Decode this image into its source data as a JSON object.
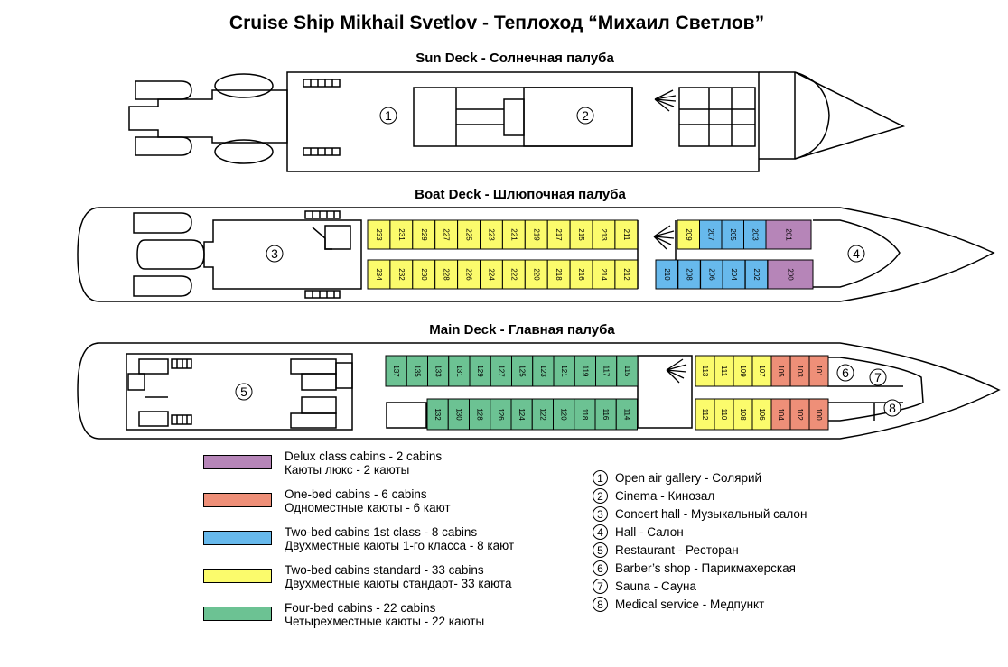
{
  "title": "Cruise Ship Mikhail Svetlov - Теплоход “Михаил Светлов”",
  "decks": {
    "sun": "Sun Deck - Солнечная палуба",
    "boat": "Boat Deck - Шлюпочная палуба",
    "main": "Main Deck - Главная палуба"
  },
  "colors": {
    "deluxe": "#b685b8",
    "one_bed": "#ee8f78",
    "two_bed_first": "#67b9ec",
    "two_bed_std": "#fbfb6c",
    "four_bed": "#6cc293"
  },
  "areas": {
    "sun_1": "1",
    "sun_2": "2",
    "boat_3": "3",
    "boat_4": "4",
    "main_5": "5",
    "main_6": "6",
    "main_7": "7",
    "main_8": "8"
  },
  "cabins": {
    "boat_top": [
      "233",
      "231",
      "229",
      "227",
      "225",
      "223",
      "221",
      "219",
      "217",
      "215",
      "213",
      "211"
    ],
    "boat_bottom": [
      "234",
      "232",
      "230",
      "228",
      "226",
      "224",
      "222",
      "220",
      "218",
      "216",
      "214",
      "212"
    ],
    "boat_right_top": [
      {
        "n": "209",
        "t": "two_bed_std"
      },
      {
        "n": "207",
        "t": "two_bed_first"
      },
      {
        "n": "205",
        "t": "two_bed_first"
      },
      {
        "n": "203",
        "t": "two_bed_first"
      },
      {
        "n": "201",
        "t": "deluxe"
      }
    ],
    "boat_right_bottom": [
      {
        "n": "210",
        "t": "two_bed_first"
      },
      {
        "n": "208",
        "t": "two_bed_first"
      },
      {
        "n": "206",
        "t": "two_bed_first"
      },
      {
        "n": "204",
        "t": "two_bed_first"
      },
      {
        "n": "202",
        "t": "two_bed_first"
      },
      {
        "n": "200",
        "t": "deluxe"
      }
    ],
    "main_top": [
      "137",
      "135",
      "133",
      "131",
      "129",
      "127",
      "125",
      "123",
      "121",
      "119",
      "117",
      "115"
    ],
    "main_bottom": [
      "132",
      "130",
      "128",
      "126",
      "124",
      "122",
      "120",
      "118",
      "116",
      "114"
    ],
    "main_right_top": [
      {
        "n": "113",
        "t": "two_bed_std"
      },
      {
        "n": "111",
        "t": "two_bed_std"
      },
      {
        "n": "109",
        "t": "two_bed_std"
      },
      {
        "n": "107",
        "t": "two_bed_std"
      },
      {
        "n": "105",
        "t": "one_bed"
      },
      {
        "n": "103",
        "t": "one_bed"
      },
      {
        "n": "101",
        "t": "one_bed"
      }
    ],
    "main_right_bottom": [
      {
        "n": "112",
        "t": "two_bed_std"
      },
      {
        "n": "110",
        "t": "two_bed_std"
      },
      {
        "n": "108",
        "t": "two_bed_std"
      },
      {
        "n": "106",
        "t": "two_bed_std"
      },
      {
        "n": "104",
        "t": "one_bed"
      },
      {
        "n": "102",
        "t": "one_bed"
      },
      {
        "n": "100",
        "t": "one_bed"
      }
    ]
  },
  "legend": [
    {
      "color": "deluxe",
      "en": "Delux class cabins - 2 cabins",
      "ru": "Каюты люкс - 2 каюты"
    },
    {
      "color": "one_bed",
      "en": "One-bed cabins - 6 cabins",
      "ru": "Одноместные каюты - 6 кают"
    },
    {
      "color": "two_bed_first",
      "en": "Two-bed cabins 1st class - 8 cabins",
      "ru": "Двухместные каюты 1-го класса - 8 кают"
    },
    {
      "color": "two_bed_std",
      "en": "Two-bed cabins standard - 33 cabins",
      "ru": "Двухместные каюты стандарт- 33 каюта"
    },
    {
      "color": "four_bed",
      "en": "Four-bed cabins - 22 cabins",
      "ru": "Четырехместные каюты - 22 каюты"
    }
  ],
  "key": [
    {
      "n": "1",
      "text": "Open air gallery - Солярий"
    },
    {
      "n": "2",
      "text": "Cinema - Кинозал"
    },
    {
      "n": "3",
      "text": "Concert hall - Музыкальный салон"
    },
    {
      "n": "4",
      "text": "Hall - Салон"
    },
    {
      "n": "5",
      "text": "Restaurant - Ресторан"
    },
    {
      "n": "6",
      "text": "Barber’s shop - Парикмахерская"
    },
    {
      "n": "7",
      "text": "Sauna - Сауна"
    },
    {
      "n": "8",
      "text": "Medical service - Медпункт"
    }
  ]
}
